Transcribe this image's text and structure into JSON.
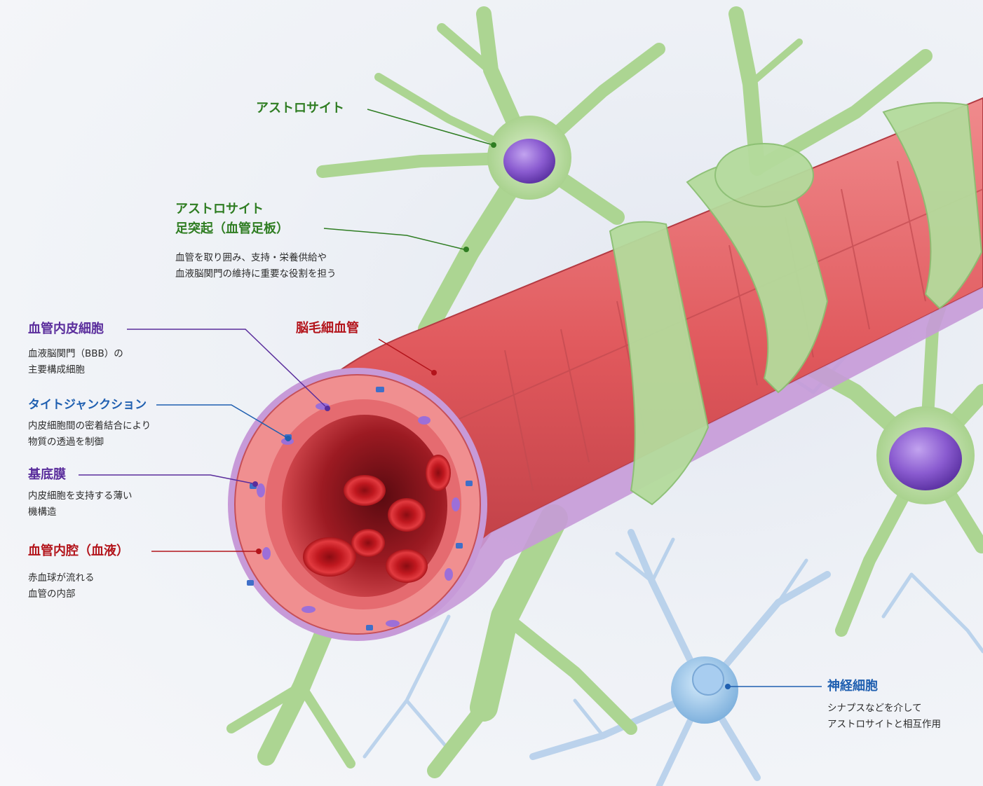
{
  "labels": {
    "astrocyte": {
      "title": "アストロサイト"
    },
    "endfoot": {
      "title_1": "アストロサイト",
      "title_2": "足突起（血管足板）",
      "desc_1": "血管を取り囲み、支持・栄養供給や",
      "desc_2": "血液脳関門の維持に重要な役割を担う"
    },
    "capillary": {
      "title": "脳毛細血管"
    },
    "endothelial": {
      "title": "血管内皮細胞",
      "desc_1": "血液脳関門（BBB）の",
      "desc_2": "主要構成細胞"
    },
    "tight_junction": {
      "title": "タイトジャンクション",
      "desc_1": "内皮細胞間の密着結合により",
      "desc_2": "物質の透過を制御"
    },
    "basement_membrane": {
      "title": "基底膜",
      "desc_1": "内皮細胞を支持する薄い",
      "desc_2": "機構造"
    },
    "lumen": {
      "title": "血管内腔（血液）",
      "desc_1": "赤血球が流れる",
      "desc_2": "血管の内部"
    },
    "neuron": {
      "title": "神経細胞",
      "desc_1": "シナプスなどを介して",
      "desc_2": "アストロサイトと相互作用"
    }
  },
  "colors": {
    "astrocyte_green": "#2f7d22",
    "endothelial_purple": "#5a2d9c",
    "junction_blue": "#1f5fb0",
    "lumen_red": "#b3141b",
    "vessel_red": "#e05a5e",
    "astro_body": "#a9d28e",
    "neuron_blue": "#8fb9e0"
  }
}
